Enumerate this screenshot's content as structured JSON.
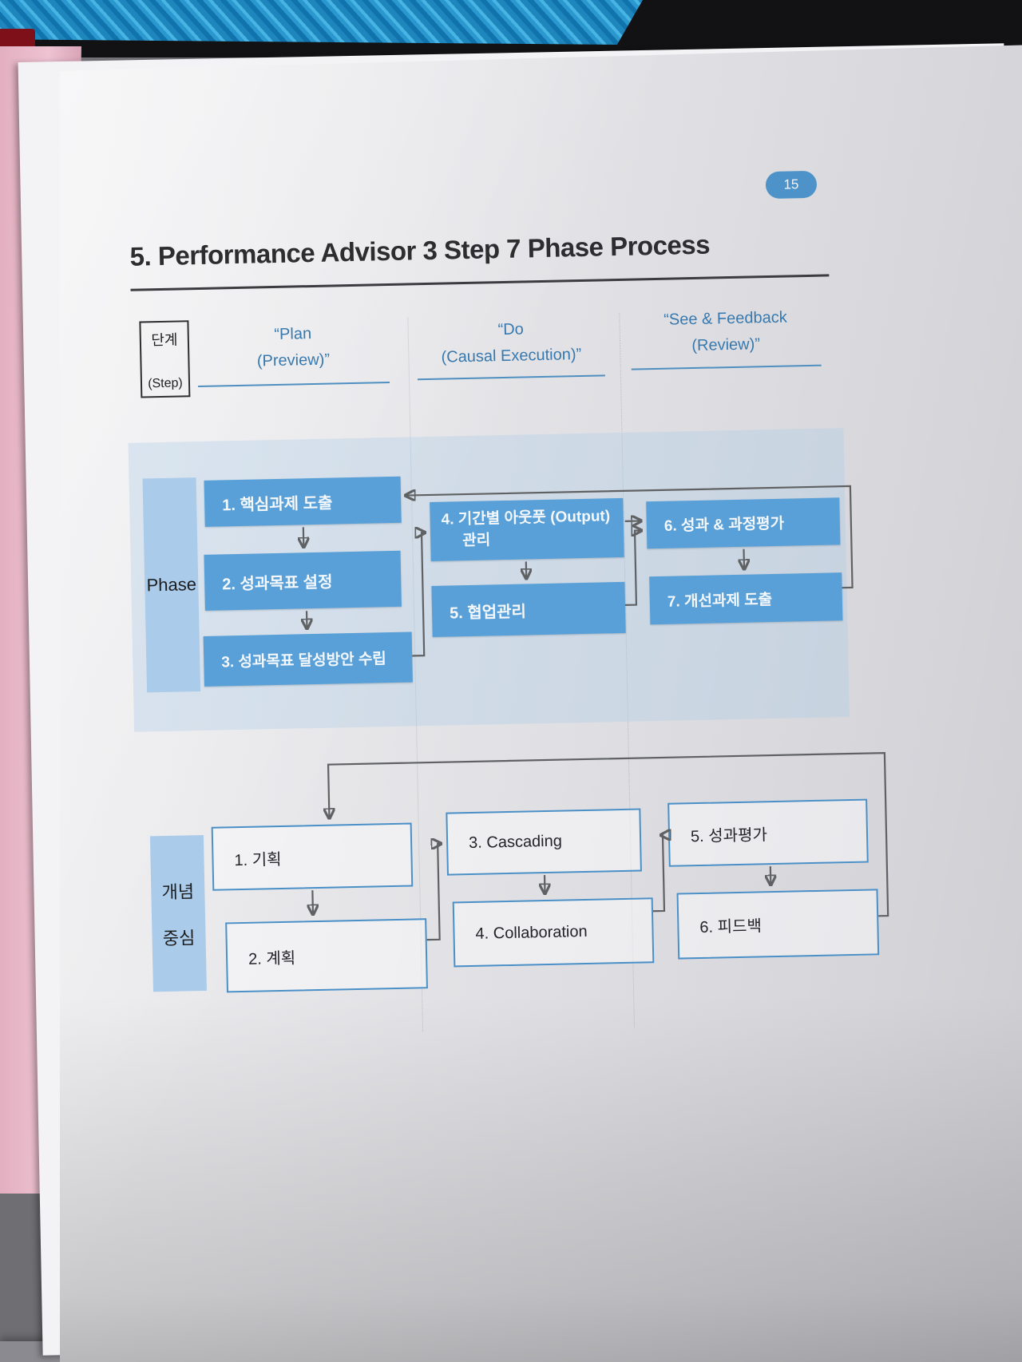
{
  "page": {
    "number_badge": "15",
    "title": "5. Performance Advisor 3 Step 7 Phase Process"
  },
  "header": {
    "step_box": {
      "ko": "단계",
      "en": "(Step)"
    },
    "columns": [
      {
        "line1": "“Plan",
        "line2": "(Preview)”"
      },
      {
        "line1": "“Do",
        "line2": "(Causal Execution)”"
      },
      {
        "line1": "“See & Feedback",
        "line2": "(Review)”"
      }
    ]
  },
  "phase_section": {
    "row_label": "Phase",
    "boxes": [
      "1. 핵심과제 도출",
      "2. 성과목표 설정",
      "3. 성과목표 달성방안 수립",
      "4. 기간별 아웃풋 (Output) 관리",
      "5. 협업관리",
      "6. 성과 & 과정평가",
      "7. 개선과제 도출"
    ]
  },
  "concept_section": {
    "row_label_line1": "개념",
    "row_label_line2": "중심",
    "boxes": [
      "1. 기획",
      "2. 계획",
      "3. Cascading",
      "4. Collaboration",
      "5. 성과평가",
      "6. 피드백"
    ]
  },
  "colors": {
    "solid_box_blue": "#58a0d7",
    "row_label_blue": "#aacbe9",
    "header_text_blue": "#3779ae",
    "badge_blue": "#4d93c9",
    "outline_box_border": "#4a8fc6",
    "arrow_gray": "#5f6163"
  }
}
